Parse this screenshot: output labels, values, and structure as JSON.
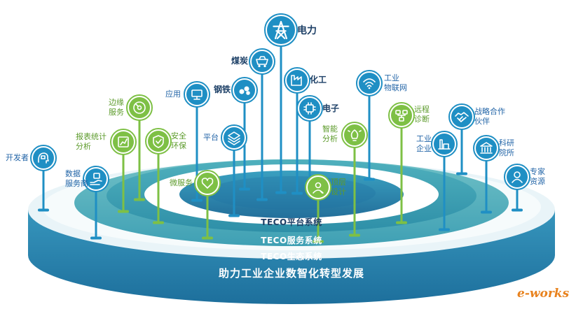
{
  "banner": "助力工业企业数智化转型发展",
  "rings": {
    "platform": "TECO平台系统",
    "service": "TECO服务系统",
    "ecosystem": "TECO生态系统"
  },
  "logo_text": "e-works",
  "colors": {
    "outer_disc": "#48a8c9",
    "middle_ring": "#3fa0b4",
    "inner_ring": "#2e8fa8",
    "core": "#2b7fa6",
    "green_accent": "#7ec045",
    "blue_accent": "#1f8fc4",
    "label_green": "#5d9b2c",
    "label_blue": "#2466a8"
  },
  "nodes": [
    {
      "id": "dianli",
      "label": [
        "电力"
      ],
      "icon": "power-tower-icon",
      "color": "blue"
    },
    {
      "id": "meitan",
      "label": [
        "煤炭"
      ],
      "icon": "mine-cart-icon",
      "color": "blue"
    },
    {
      "id": "gangtie",
      "label": [
        "钢铁"
      ],
      "icon": "steel-coils-icon",
      "color": "blue"
    },
    {
      "id": "huagong",
      "label": [
        "化工"
      ],
      "icon": "factory-icon",
      "color": "blue"
    },
    {
      "id": "dianzi",
      "label": [
        "电子"
      ],
      "icon": "chip-icon",
      "color": "blue"
    },
    {
      "id": "yingyong",
      "label": [
        "应用"
      ],
      "icon": "monitor-icon",
      "color": "blue"
    },
    {
      "id": "gongye-wulianwang",
      "label": [
        "工业",
        "物联网"
      ],
      "icon": "wifi-icon",
      "color": "blue"
    },
    {
      "id": "pingtai",
      "label": [
        "平台"
      ],
      "icon": "layers-icon",
      "color": "blue"
    },
    {
      "id": "zhineng-fenxi",
      "label": [
        "智能",
        "分析"
      ],
      "icon": "lightbulb-icon",
      "color": "green"
    },
    {
      "id": "yuancheng-zhenduan",
      "label": [
        "远程",
        "诊断"
      ],
      "icon": "network-icon",
      "color": "green"
    },
    {
      "id": "bianyuan-fuwu",
      "label": [
        "边缘",
        "服务"
      ],
      "icon": "disc-icon",
      "color": "green"
    },
    {
      "id": "baobiao",
      "label": [
        "报表统计",
        "分析"
      ],
      "icon": "chart-icon",
      "color": "green"
    },
    {
      "id": "anquan",
      "label": [
        "安全",
        "环保"
      ],
      "icon": "shield-check-icon",
      "color": "green"
    },
    {
      "id": "zhanlue",
      "label": [
        "战略合作",
        "伙伴"
      ],
      "icon": "handshake-icon",
      "color": "blue"
    },
    {
      "id": "gongye-qiye",
      "label": [
        "工业",
        "企业"
      ],
      "icon": "industry-icon",
      "color": "blue"
    },
    {
      "id": "keyan",
      "label": [
        "科研",
        "院所"
      ],
      "icon": "institute-icon",
      "color": "blue"
    },
    {
      "id": "zhuanjia",
      "label": [
        "专家",
        "资源"
      ],
      "icon": "expert-icon",
      "color": "blue"
    },
    {
      "id": "kaifazhe",
      "label": [
        "开发者"
      ],
      "icon": "developer-icon",
      "color": "blue"
    },
    {
      "id": "shuju-fuwushang",
      "label": [
        "数据",
        "服务商"
      ],
      "icon": "data-hand-icon",
      "color": "blue"
    },
    {
      "id": "weifuwu",
      "label": [
        "微服务"
      ],
      "icon": "heart-icon",
      "color": "green"
    },
    {
      "id": "dingceng-sheji",
      "label": [
        "顶层",
        "设计"
      ],
      "icon": "user-design-icon",
      "color": "green"
    }
  ]
}
